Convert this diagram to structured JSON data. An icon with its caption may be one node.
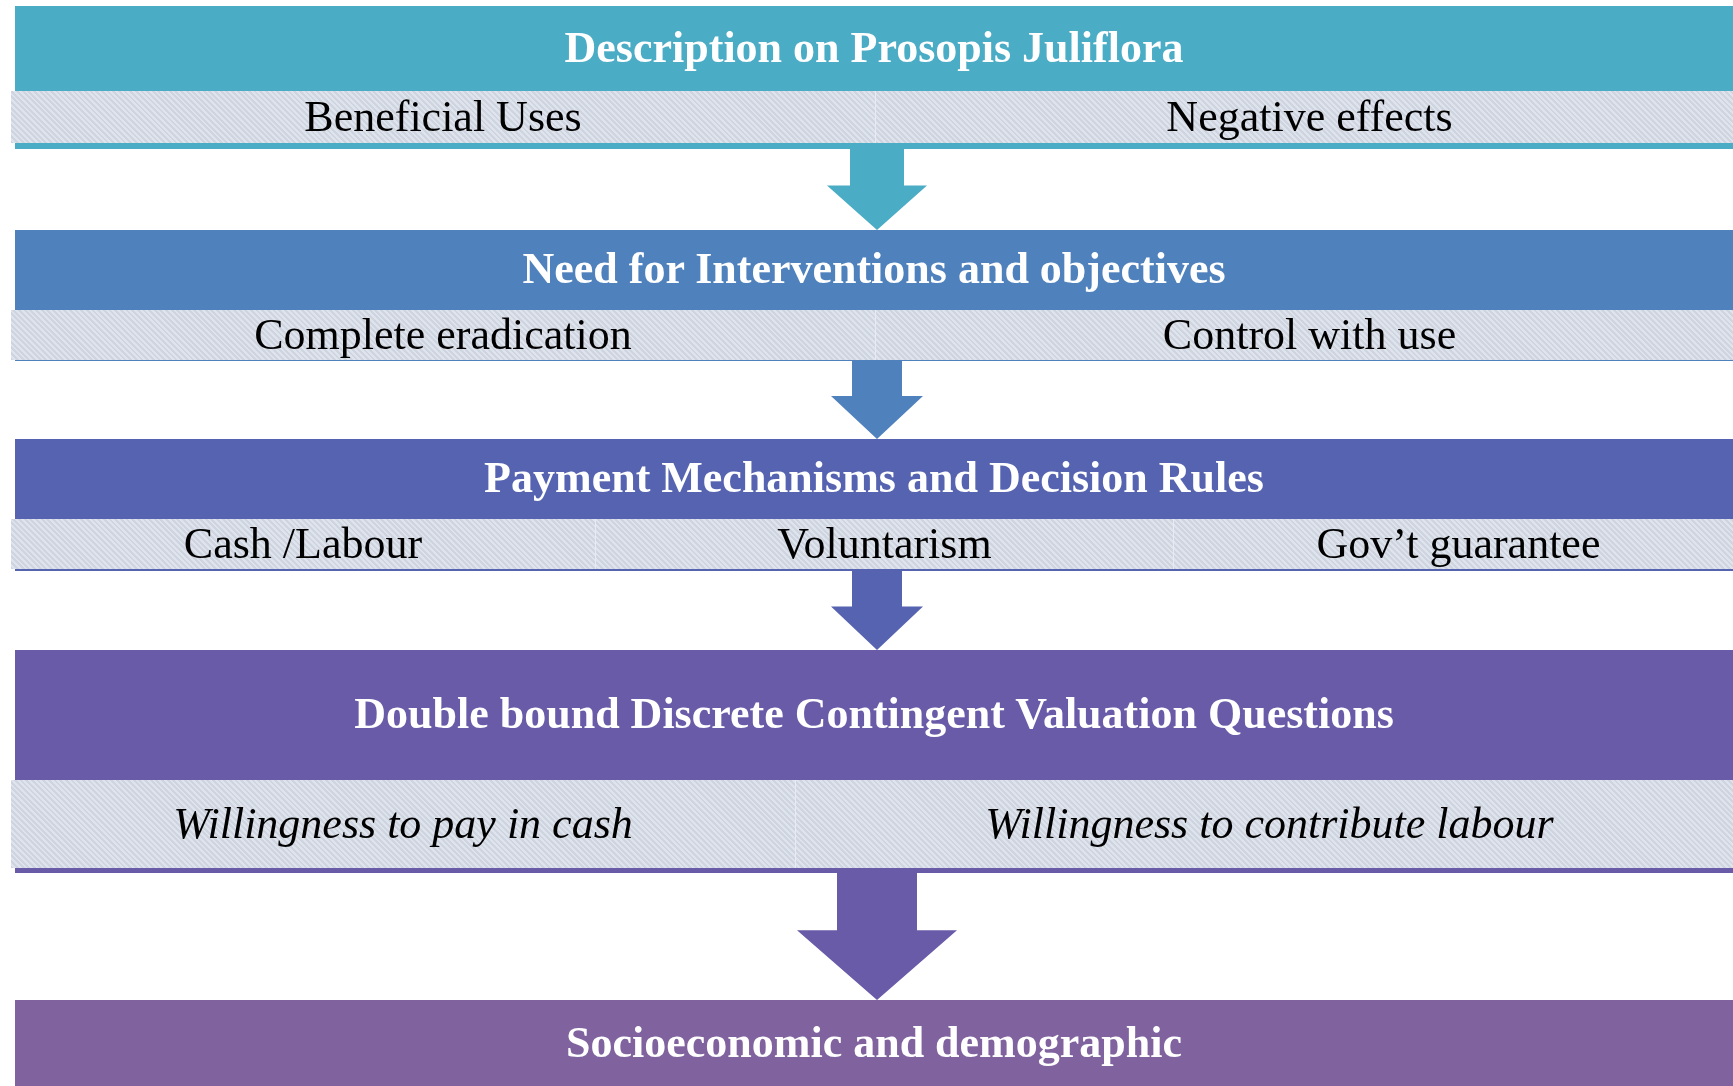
{
  "diagram": {
    "nodes": [
      {
        "text": [
          "Description on Prosopis Juliflora"
        ]
      },
      {
        "text": [
          "Beneficial Uses"
        ],
        "in": 0
      },
      {
        "text": [
          "Negative effects"
        ],
        "in": 0
      },
      {
        "text": [
          "Need for Interventions and objectives"
        ]
      },
      {
        "text": [
          "Complete eradication"
        ],
        "in": 3
      },
      {
        "text": [
          "Control with use"
        ],
        "in": 3
      },
      {
        "text": [
          "Payment Mechanisms and Decision Rules"
        ]
      },
      {
        "text": [
          "Cash /Labour"
        ],
        "in": 6
      },
      {
        "text": [
          "Voluntarism"
        ],
        "in": 6
      },
      {
        "text": [
          "Gov’t guarantee"
        ],
        "in": 6
      },
      {
        "text": [
          "Double bound Discrete Contingent Valuation Questions"
        ]
      },
      {
        "text": [
          "Willingness to pay in cash"
        ],
        "in": 10
      },
      {
        "text": [
          "Willingness to contribute labour"
        ],
        "in": 10
      },
      {
        "text": [
          "Socioeconomic and demographic"
        ]
      }
    ],
    "edges": [
      {
        "from": 0,
        "to": 3,
        "arrow": "to"
      },
      {
        "from": 3,
        "to": 6,
        "arrow": "to"
      },
      {
        "from": 6,
        "to": 10,
        "arrow": "to"
      },
      {
        "from": 10,
        "to": 13,
        "arrow": "to"
      }
    ]
  }
}
